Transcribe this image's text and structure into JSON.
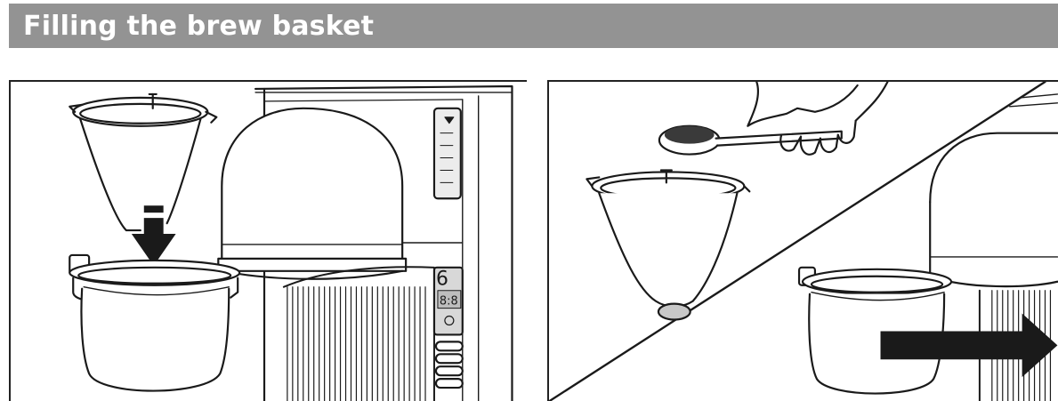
{
  "header": {
    "title": "Filling the brew basket",
    "background_color": "#939393",
    "text_color": "#ffffff"
  },
  "illustrations": [
    {
      "id": "left",
      "depicts": [
        "filter-basket",
        "down-arrow",
        "brew-basket-holder",
        "coffee-maker",
        "water-level-window",
        "control-panel"
      ],
      "control_panel": {
        "digit_display": "6",
        "clock_display": "8:8"
      }
    },
    {
      "id": "right",
      "depicts": [
        "hand",
        "measuring-scoop",
        "ground-coffee",
        "filter-basket",
        "brew-basket-holder",
        "coffee-maker",
        "right-arrow"
      ]
    }
  ]
}
